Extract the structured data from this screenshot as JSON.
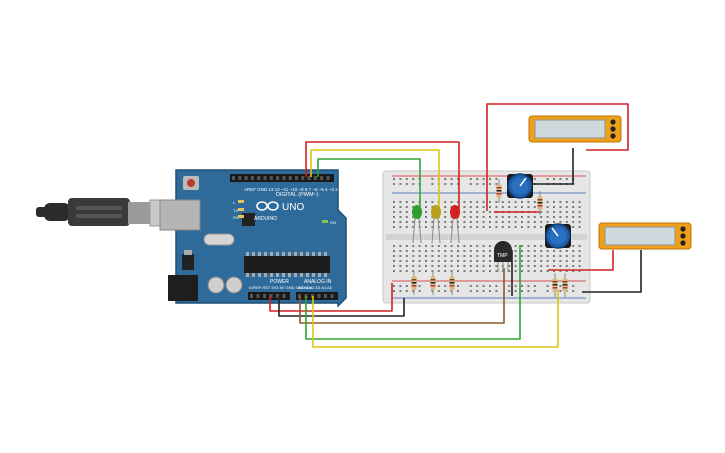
{
  "board": {
    "logo_text": "UNO",
    "brand_text": "ARDUINO",
    "digital_header": "DIGITAL (PWM~)",
    "power_header": "POWER",
    "analog_header": "ANALOG IN",
    "on_label": "ON",
    "l_label": "L",
    "tx_label": "TX",
    "rx_label": "RX"
  },
  "sensor": {
    "label": "TMP"
  },
  "leds": [
    {
      "color": "green",
      "hex": "#2e9e2e"
    },
    {
      "color": "yellow",
      "hex": "#b8a01a"
    },
    {
      "color": "red",
      "hex": "#d42020"
    }
  ],
  "colors": {
    "board_blue": "#2e6b9a",
    "breadboard": "#e8e8e8",
    "wire_red": "#d42020",
    "wire_green": "#2fa52f",
    "wire_yellow": "#e0c410",
    "wire_brown": "#8b5a2b",
    "wire_black": "#222222",
    "meter_orange": "#f0a018",
    "pot_blue": "#1f5fa8"
  }
}
